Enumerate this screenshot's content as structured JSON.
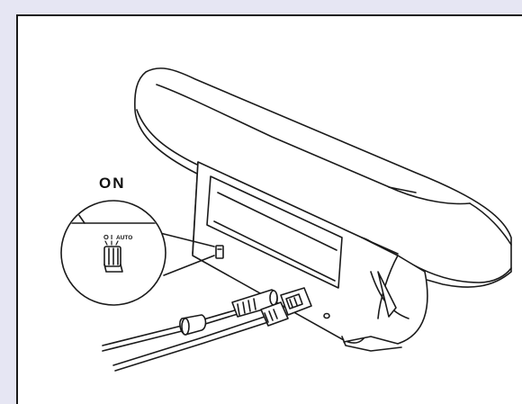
{
  "labels": {
    "on": "ON",
    "switch_off_symbol": "O",
    "switch_on_symbol": "I",
    "switch_auto": "AUTO"
  },
  "colors": {
    "background": "#e6e6f3",
    "panel": "#ffffff",
    "line": "#1a1a1a"
  }
}
